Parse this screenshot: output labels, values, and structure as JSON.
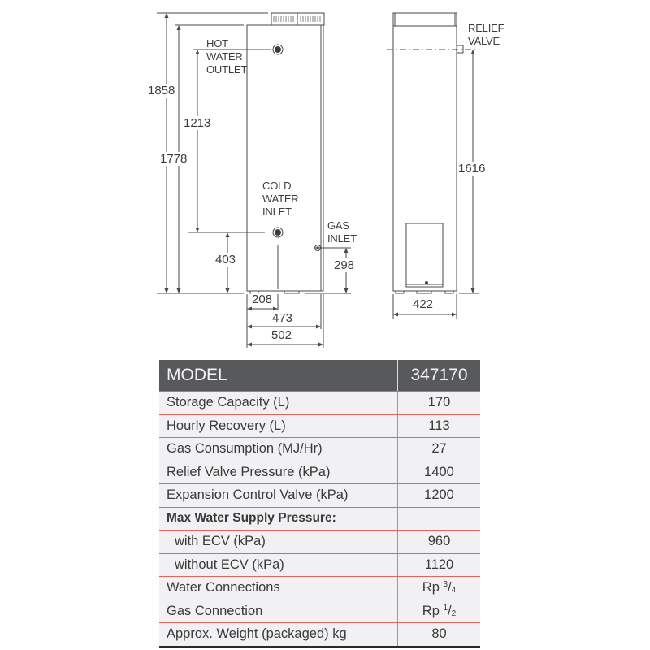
{
  "diagram": {
    "front_view": {
      "labels": {
        "hot_water_outlet": [
          "HOT",
          "WATER",
          "OUTLET"
        ],
        "cold_water_inlet": [
          "COLD",
          "WATER",
          "INLET"
        ],
        "gas_inlet": [
          "GAS",
          "INLET"
        ]
      },
      "dimensions": {
        "overall_height": "1858",
        "body_height": "1778",
        "hot_outlet_to_cold_inlet": "1213",
        "cold_inlet_height": "403",
        "gas_inlet_height": "298",
        "cold_inlet_offset": "208",
        "depth_to_gas": "473",
        "overall_depth": "502"
      }
    },
    "side_view": {
      "labels": {
        "relief_valve": [
          "RELIEF",
          "VALVE"
        ]
      },
      "dimensions": {
        "relief_valve_height": "1616",
        "width": "422"
      }
    }
  },
  "table": {
    "header": {
      "label": "MODEL",
      "value": "347170"
    },
    "rows": [
      {
        "label": "Storage Capacity (L)",
        "value": "170"
      },
      {
        "label": "Hourly Recovery (L)",
        "value": "113"
      },
      {
        "label": "Gas Consumption (MJ/Hr)",
        "value": "27"
      },
      {
        "label": "Relief Valve Pressure (kPa)",
        "value": "1400"
      },
      {
        "label": "Expansion Control Valve (kPa)",
        "value": "1200"
      },
      {
        "label": "Max Water Supply Pressure:",
        "value": ""
      },
      {
        "label": "with ECV (kPa)",
        "value": "960"
      },
      {
        "label": "without ECV (kPa)",
        "value": "1120"
      },
      {
        "label": "Water Connections",
        "value_prefix": "Rp",
        "value_num": "3",
        "value_den": "4"
      },
      {
        "label": "Gas Connection",
        "value_prefix": "Rp",
        "value_num": "1",
        "value_den": "2"
      },
      {
        "label": "Approx. Weight (packaged) kg",
        "value": "80"
      }
    ]
  },
  "colors": {
    "header_bg": "#58595b",
    "row_bg": "#f1f1f3",
    "separator": "#e8615d",
    "line": "#3a3a3a"
  }
}
